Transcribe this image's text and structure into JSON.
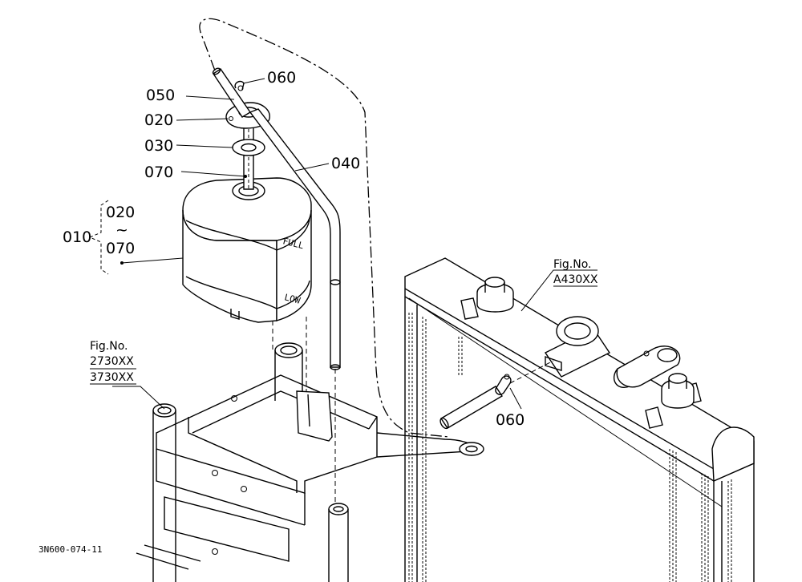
{
  "labels": {
    "p050": "050",
    "p060_top": "060",
    "p020": "020",
    "p030": "030",
    "p040": "040",
    "p070": "070",
    "p010": "010",
    "p010_range_start": "020",
    "p010_tilde": "~",
    "p010_range_end": "070",
    "p060_lower": "060",
    "tank_full": "FULL",
    "tank_low": "LOW"
  },
  "figure_refs": {
    "radiator_fig": "Fig.No.",
    "radiator_code": "A430XX",
    "frame_fig": "Fig.No.",
    "frame_code_1": "2730XX",
    "frame_code_2": "3730XX"
  },
  "drawing_id": "3N600-074-11"
}
